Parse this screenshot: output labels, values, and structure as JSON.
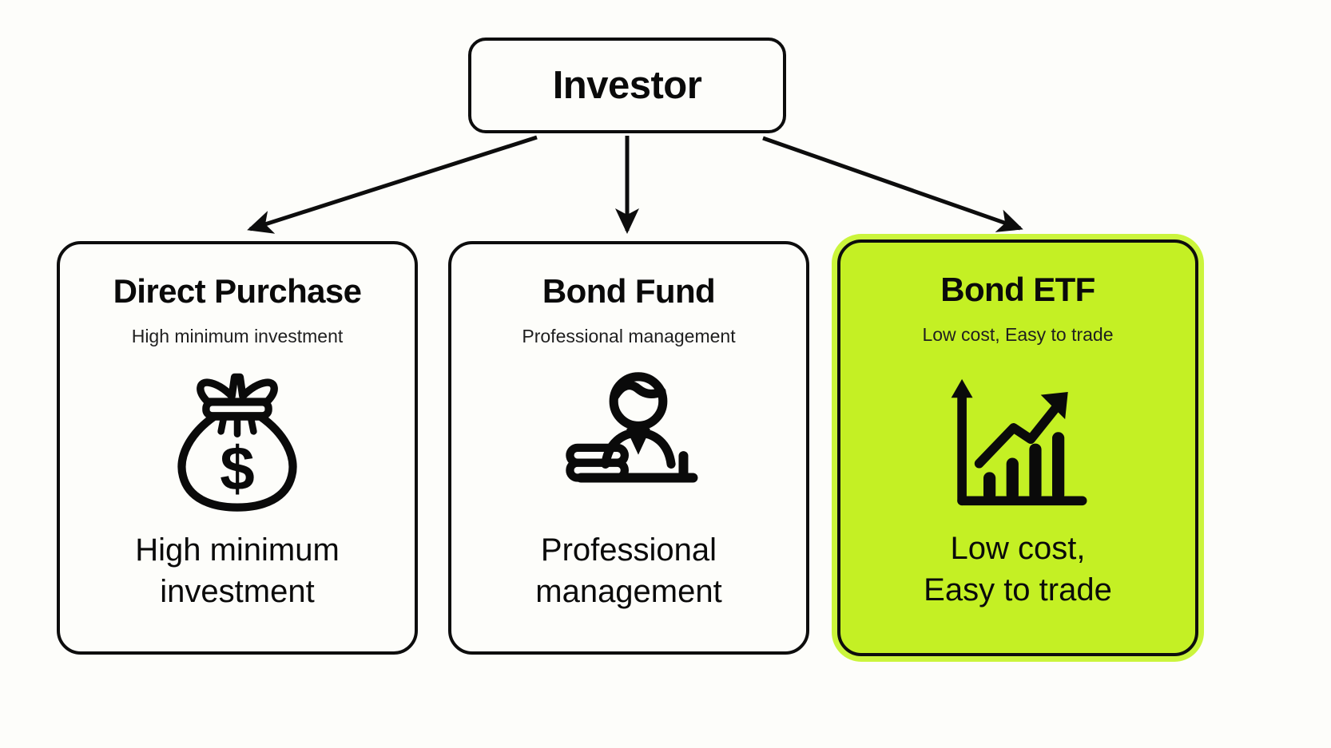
{
  "diagram": {
    "type": "flow-tree",
    "background_color": "#fdfdfa",
    "accent_color": "#c4f024",
    "line_color": "#0d0d0d",
    "root": {
      "label": "Investor"
    },
    "branches": [
      {
        "id": "direct-purchase",
        "title": "Direct Purchase",
        "subtitle": "High minimum investment",
        "caption": "High minimum\ninvestment",
        "icon": "money-bag-icon",
        "highlighted": false
      },
      {
        "id": "bond-fund",
        "title": "Bond Fund",
        "subtitle": "Professional management",
        "caption": "Professional\nmanagement",
        "icon": "fund-manager-icon",
        "highlighted": false
      },
      {
        "id": "bond-etf",
        "title": "Bond ETF",
        "subtitle": "Low cost, Easy to trade",
        "caption": "Low cost,\nEasy to trade",
        "icon": "growth-chart-icon",
        "highlighted": true
      }
    ],
    "arrows": [
      {
        "from": "investor",
        "to": "direct-purchase"
      },
      {
        "from": "investor",
        "to": "bond-fund"
      },
      {
        "from": "investor",
        "to": "bond-etf"
      }
    ]
  }
}
